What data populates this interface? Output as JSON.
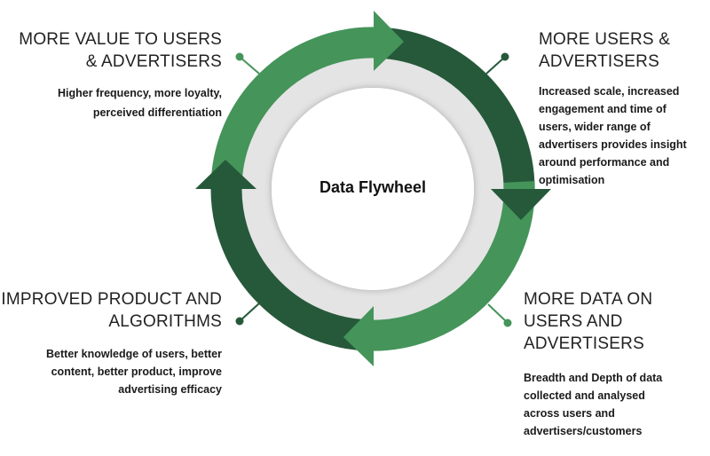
{
  "title": "Data Flywheel",
  "colors": {
    "light_green": "#45945a",
    "dark_green": "#26593a",
    "gray_ring": "#e4e4e4"
  },
  "stages": {
    "top_left": {
      "heading": [
        "MORE VALUE TO USERS",
        "& ADVERTISERS"
      ],
      "body": [
        "Higher frequency, more loyalty,",
        "perceived differentiation"
      ]
    },
    "top_right": {
      "heading": [
        "MORE USERS &",
        "ADVERTISERS"
      ],
      "body": [
        "Increased scale, increased",
        "engagement and time of",
        "users, wider range of",
        "advertisers provides insight",
        "around performance and",
        "optimisation"
      ]
    },
    "bottom_right": {
      "heading": [
        "MORE DATA ON",
        "USERS AND",
        "ADVERTISERS"
      ],
      "body": [
        "Breadth and Depth of data",
        "collected and analysed",
        "across users and",
        "advertisers/customers"
      ]
    },
    "bottom_left": {
      "heading": [
        "IMPROVED PRODUCT AND",
        "ALGORITHMS"
      ],
      "body": [
        "Better knowledge of users, better",
        "content, better product, improve",
        "advertising efficacy"
      ]
    }
  }
}
